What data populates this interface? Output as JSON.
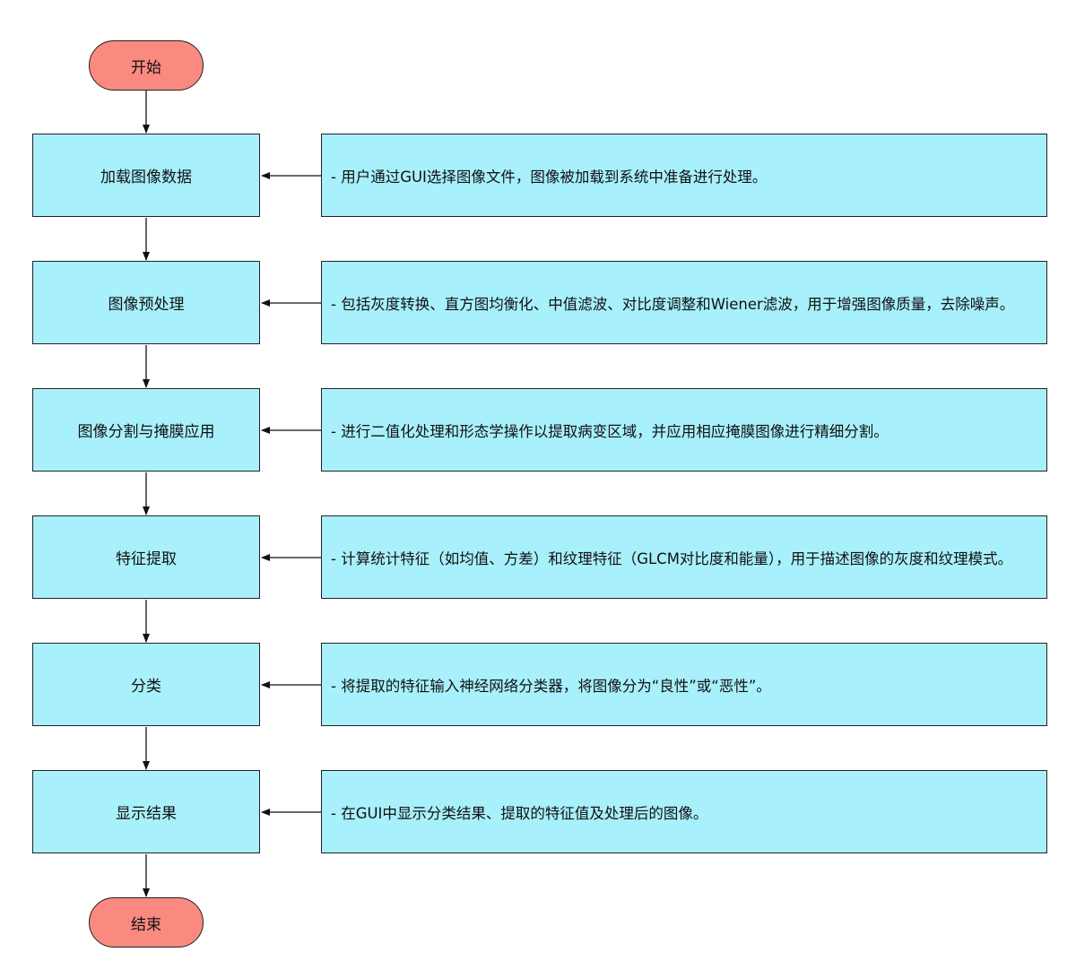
{
  "start": {
    "label": "开始"
  },
  "end": {
    "label": "结束"
  },
  "steps": [
    {
      "label": "加载图像数据",
      "note": "- 用户通过GUI选择图像文件，图像被加载到系统中准备进行处理。"
    },
    {
      "label": "图像预处理",
      "note": "- 包括灰度转换、直方图均衡化、中值滤波、对比度调整和Wiener滤波，用于增强图像质量，去除噪声。"
    },
    {
      "label": "图像分割与掩膜应用",
      "note": "- 进行二值化处理和形态学操作以提取病变区域，并应用相应掩膜图像进行精细分割。"
    },
    {
      "label": "特征提取",
      "note": "- 计算统计特征（如均值、方差）和纹理特征（GLCM对比度和能量），用于描述图像的灰度和纹理模式。"
    },
    {
      "label": "分类",
      "note": "- 将提取的特征输入神经网络分类器，将图像分为“良性”或“恶性”。"
    },
    {
      "label": "显示结果",
      "note": "- 在GUI中显示分类结果、提取的特征值及处理后的图像。"
    }
  ],
  "colors": {
    "terminal_fill": "#fa8a80",
    "box_fill": "#a8f0fb",
    "stroke": "#222222"
  }
}
